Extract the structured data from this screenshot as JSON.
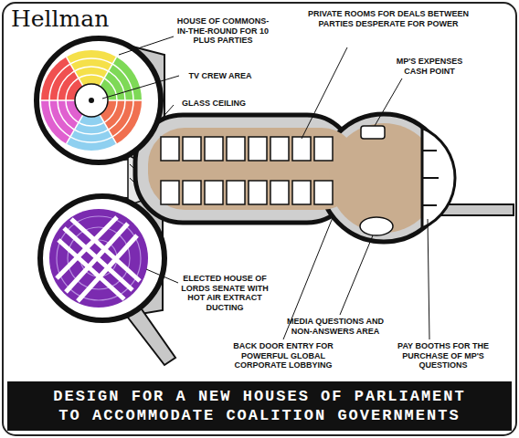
{
  "diagram": {
    "caption": "DESIGN FOR A NEW HOUSES OF PARLIAMENT TO ACCOMMODATE COALITION GOVERNMENTS",
    "labels": [
      "Hellman",
      "HOUSE OF COMMONS-IN-THE-ROUND FOR 10 PLUS PARTIES",
      "TV CREW AREA",
      "GLASS CEILING",
      "PRIVATE ROOMS FOR DEALS BETWEEN PARTIES DESPERATE FOR POWER",
      "MP'S EXPENSES CASH POINT",
      "ELECTED HOUSE OF LORDS SENATE WITH HOT AIR EXTRACT DUCTING",
      "MEDIA QUESTIONS AND NON-ANSWERS AREA",
      "BACK DOOR ENTRY FOR POWERFUL GLOBAL CORPORATE LOBBYING",
      "PAY BOOTHS FOR THE PURCHASE OF MP'S QUESTIONS"
    ]
  }
}
